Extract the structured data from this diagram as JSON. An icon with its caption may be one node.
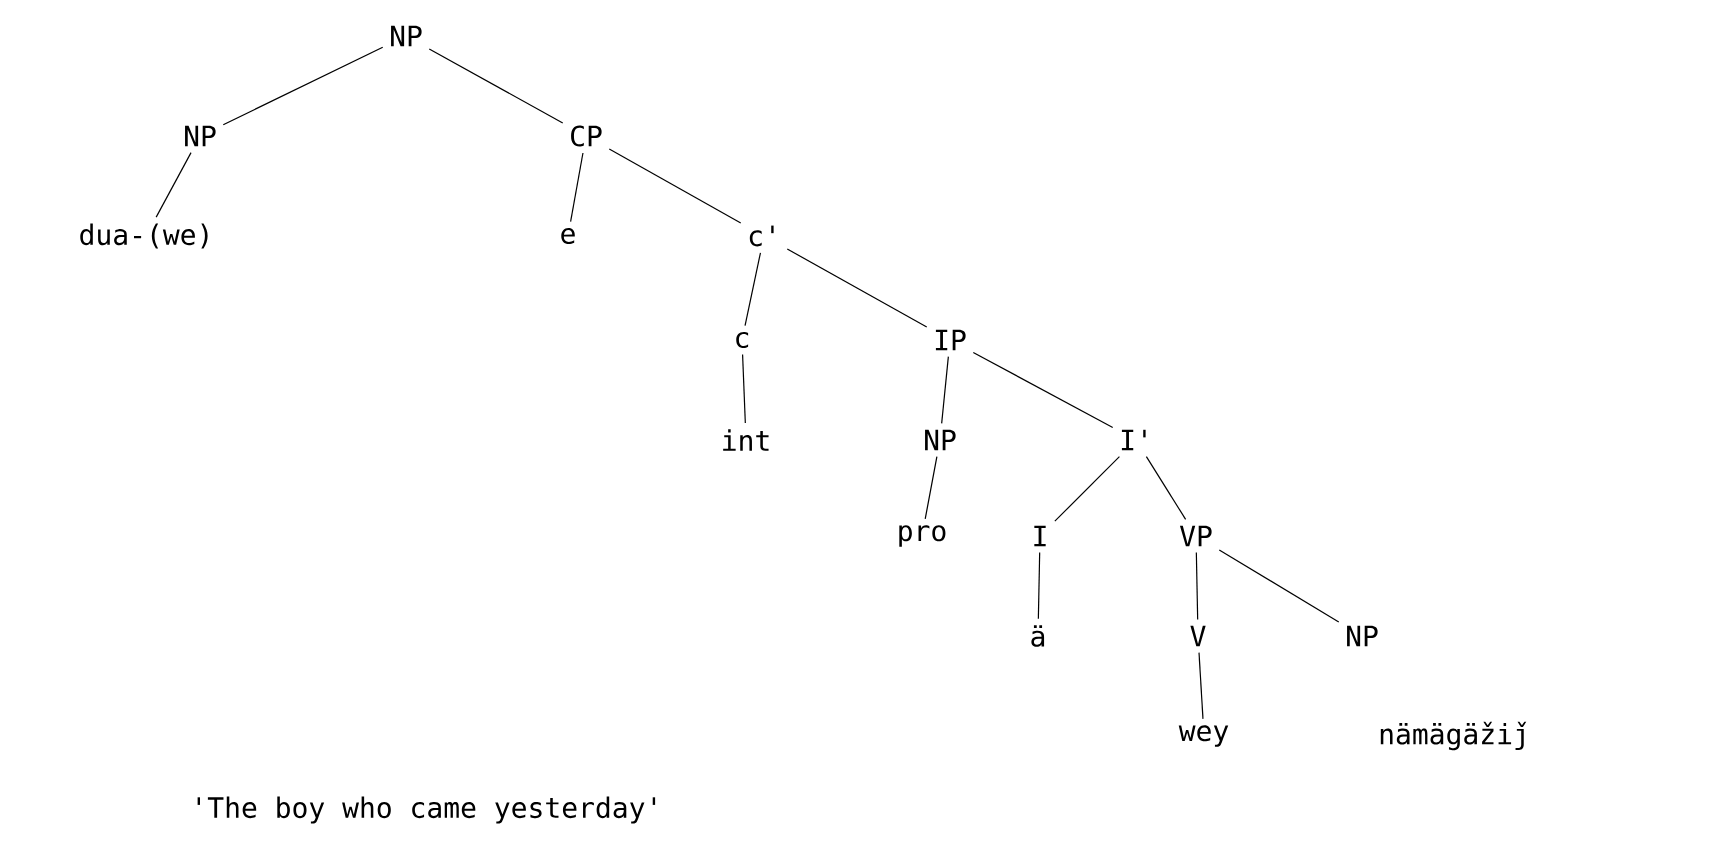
{
  "diagram": {
    "caption": "'The boy who came yesterday'",
    "nodes": [
      {
        "text": [
          "NP"
        ]
      },
      {
        "text": [
          "NP"
        ]
      },
      {
        "text": [
          "CP"
        ]
      },
      {
        "text": [
          "dua-(we)"
        ]
      },
      {
        "text": [
          "e"
        ]
      },
      {
        "text": [
          "c'"
        ]
      },
      {
        "text": [
          "c"
        ]
      },
      {
        "text": [
          "IP"
        ]
      },
      {
        "text": [
          "int"
        ]
      },
      {
        "text": [
          "NP"
        ]
      },
      {
        "text": [
          "I'"
        ]
      },
      {
        "text": [
          "pro"
        ]
      },
      {
        "text": [
          "I"
        ]
      },
      {
        "text": [
          "VP"
        ]
      },
      {
        "text": [
          "ä"
        ]
      },
      {
        "text": [
          "V"
        ]
      },
      {
        "text": [
          "NP"
        ]
      },
      {
        "text": [
          "wey"
        ]
      },
      {
        "text": [
          "nämägäžiǰ"
        ]
      }
    ],
    "edges": [
      {
        "from": 0,
        "to": 1,
        "arrow": "none"
      },
      {
        "from": 0,
        "to": 2,
        "arrow": "none"
      },
      {
        "from": 1,
        "to": 3,
        "arrow": "none"
      },
      {
        "from": 2,
        "to": 4,
        "arrow": "none"
      },
      {
        "from": 2,
        "to": 5,
        "arrow": "none"
      },
      {
        "from": 5,
        "to": 6,
        "arrow": "none"
      },
      {
        "from": 5,
        "to": 7,
        "arrow": "none"
      },
      {
        "from": 6,
        "to": 8,
        "arrow": "none"
      },
      {
        "from": 7,
        "to": 9,
        "arrow": "none"
      },
      {
        "from": 7,
        "to": 10,
        "arrow": "none"
      },
      {
        "from": 9,
        "to": 11,
        "arrow": "none"
      },
      {
        "from": 10,
        "to": 12,
        "arrow": "none"
      },
      {
        "from": 10,
        "to": 13,
        "arrow": "none"
      },
      {
        "from": 12,
        "to": 14,
        "arrow": "none"
      },
      {
        "from": 13,
        "to": 15,
        "arrow": "none"
      },
      {
        "from": 13,
        "to": 16,
        "arrow": "none"
      },
      {
        "from": 15,
        "to": 17,
        "arrow": "none"
      }
    ]
  }
}
